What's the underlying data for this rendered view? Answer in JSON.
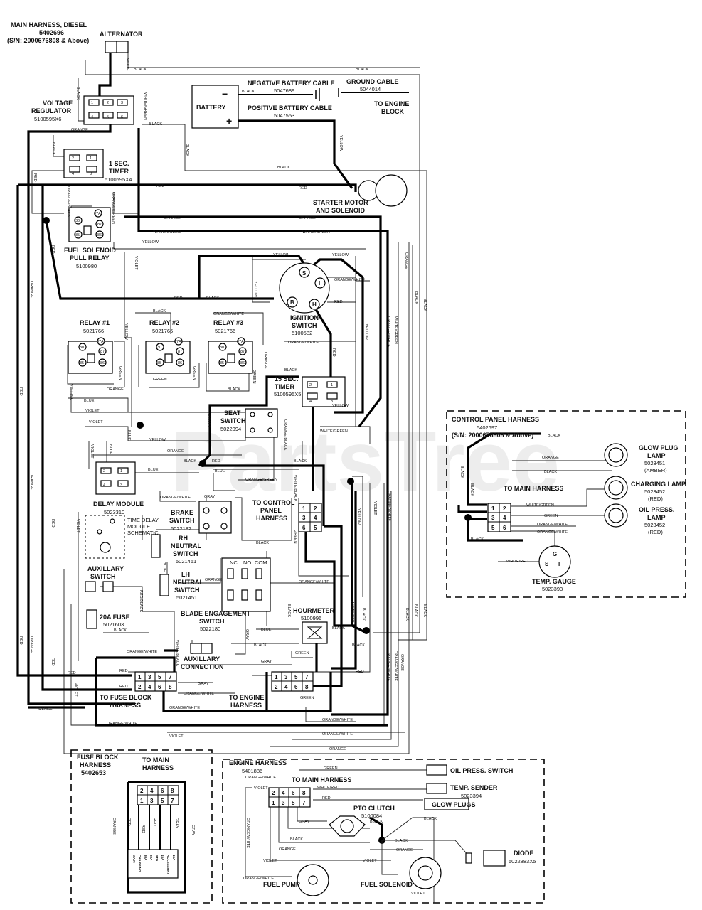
{
  "watermark": "PartsTree",
  "labels": {
    "main_harness": [
      "MAIN HARNESS, DIESEL",
      "5402696",
      "(S/N: 2000676808 & Above)"
    ],
    "alternator": "ALTERNATOR",
    "voltage_regulator": [
      "VOLTAGE",
      "REGULATOR",
      "5100595X6"
    ],
    "battery": "BATTERY",
    "neg_cable": [
      "NEGATIVE BATTERY CABLE",
      "5047689"
    ],
    "pos_cable": [
      "POSITIVE BATTERY CABLE",
      "5047553"
    ],
    "ground_cable": [
      "GROUND CABLE",
      "5044014"
    ],
    "to_engine_block": [
      "TO ENGINE",
      "BLOCK"
    ],
    "timer1": [
      "1 SEC.",
      "TIMER",
      "5100595X4"
    ],
    "starter": [
      "STARTER MOTOR",
      "AND SOLENOID"
    ],
    "fuel_relay": [
      "FUEL SOLENOID",
      "PULL RELAY",
      "5100980"
    ],
    "ignition": [
      "IGNITION",
      "SWITCH",
      "5100582"
    ],
    "relay1": [
      "RELAY #1",
      "5021766"
    ],
    "relay2": [
      "RELAY #2",
      "5021766"
    ],
    "relay3": [
      "RELAY #3",
      "5021766"
    ],
    "timer15": [
      "15 SEC.",
      "TIMER",
      "5100595X5"
    ],
    "seat_switch": [
      "SEAT",
      "SWITCH",
      "5022094"
    ],
    "delay_module": [
      "DELAY MODULE",
      "5023310"
    ],
    "time_delay": [
      "TIME DELAY",
      "MODULE",
      "SCHEMATIC"
    ],
    "brake_switch": [
      "BRAKE",
      "SWITCH",
      "5022182"
    ],
    "rh_neutral": [
      "RH",
      "NEUTRAL",
      "SWITCH",
      "5021451"
    ],
    "lh_neutral": [
      "LH",
      "NEUTRAL",
      "SWITCH",
      "5021451"
    ],
    "to_control_panel": [
      "TO CONTROL",
      "PANEL",
      "HARNESS"
    ],
    "aux_switch": [
      "AUXILLARY",
      "SWITCH"
    ],
    "fuse20": [
      "20A FUSE",
      "5021603"
    ],
    "blade_switch": [
      "BLADE ENGAGEMENT",
      "SWITCH",
      "5022180"
    ],
    "hourmeter": [
      "HOURMETER",
      "5100996"
    ],
    "aux_connection": [
      "AUXILLARY",
      "CONNECTION"
    ],
    "to_fuse_block": [
      "TO FUSE BLOCK",
      "HARNESS"
    ],
    "to_engine_harness": [
      "TO ENGINE",
      "HARNESS"
    ],
    "blade_pins": [
      "NC",
      "NO",
      "COM"
    ],
    "control_panel_harness": [
      "CONTROL PANEL HARNESS",
      "5402697",
      "(S/N: 2000676808 & Above)"
    ],
    "glow_plug_lamp": [
      "GLOW PLUG",
      "LAMP",
      "5023451",
      "(AMBER)"
    ],
    "charging_lamp": [
      "CHARGING LAMP",
      "5023452",
      "(RED)"
    ],
    "oil_press_lamp": [
      "OIL PRESS.",
      "LAMP",
      "5023452",
      "(RED)"
    ],
    "to_main_harness": "TO MAIN HARNESS",
    "temp_gauge": [
      "TEMP. GAUGE",
      "5023393"
    ],
    "fuse_block_harness": [
      "FUSE BLOCK",
      "HARNESS",
      "5402653"
    ],
    "to_main_harness_2": [
      "TO MAIN",
      "HARNESS"
    ],
    "engine_harness": [
      "ENGINE HARNESS",
      "5401886"
    ],
    "oil_press_switch": "OIL PRESS. SWITCH",
    "temp_sender": [
      "TEMP. SENDER",
      "5023394"
    ],
    "glow_plugs": "GLOW PLUGS",
    "pto_clutch": [
      "PTO CLUTCH",
      "5100084"
    ],
    "diode": [
      "DIODE",
      "5022883X5"
    ],
    "fuel_pump": "FUEL PUMP",
    "fuel_solenoid": "FUEL SOLENOID",
    "fuse_labels": [
      "MAIN",
      "CHARGING",
      "PTO",
      "ACCESSORY",
      "AUXILLARY"
    ],
    "fuse_ratings": [
      "30A",
      "20A",
      "15A",
      "15A",
      "20A"
    ]
  },
  "pins": {
    "r87": "87",
    "r87a": "87A",
    "r85": "85",
    "r86": "86",
    "r30": "30",
    "ign": [
      "S",
      "I",
      "B",
      "H"
    ],
    "gauge": [
      "G",
      "S",
      "I"
    ],
    "timer": [
      "1",
      "2",
      "3",
      "4",
      "5",
      "6"
    ],
    "conn8_top": [
      "1",
      "3",
      "5",
      "7"
    ],
    "conn8_bottom": [
      "2",
      "4",
      "6",
      "8"
    ],
    "conn6_left": [
      "1",
      "3",
      "5"
    ],
    "conn6_right": [
      "2",
      "4",
      "6"
    ],
    "fb_top": [
      "2",
      "4",
      "6",
      "8"
    ],
    "fb_bottom": [
      "1",
      "3",
      "5",
      "7"
    ]
  },
  "wires": {
    "black": "BLACK",
    "white": "WHITE",
    "red": "RED",
    "orange": "ORANGE",
    "yellow": "YELLOW",
    "green": "GREEN",
    "blue": "BLUE",
    "violet": "VIOLET",
    "gray": "GRAY",
    "white_green": "WHITE/GREEN",
    "orange_white": "ORANGE/WHITE",
    "orange_black": "ORANGE/BLACK",
    "red_black": "RED/BLACK",
    "white_red": "WHITE/RED",
    "orange_green": "ORANGE/GREEN",
    "white_black": "WHITE/BLACK"
  },
  "colors": {
    "line": "#000000",
    "background": "#ffffff"
  }
}
